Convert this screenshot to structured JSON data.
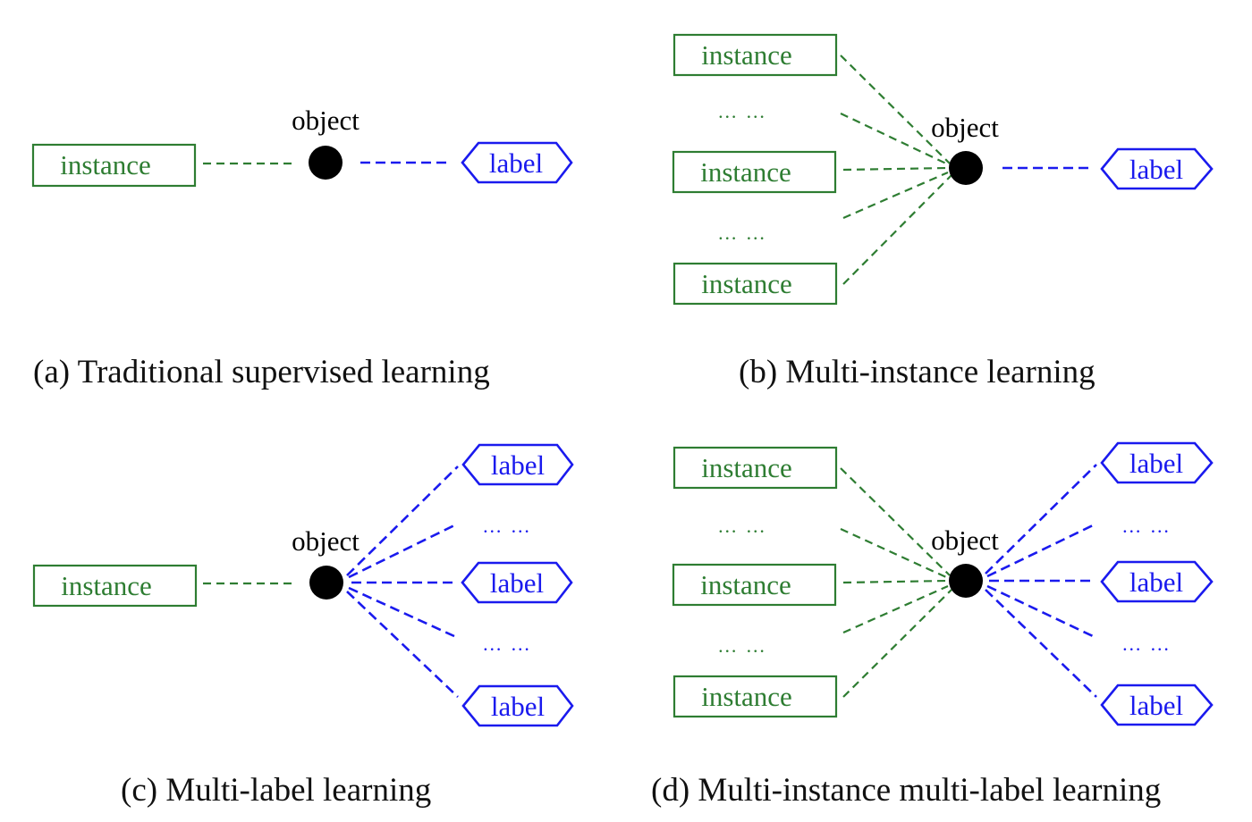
{
  "colors": {
    "instance": "#2e7d32",
    "label": "#1a1aee",
    "object": "#000000",
    "caption": "#111111"
  },
  "panels": {
    "a": {
      "caption": "(a) Traditional supervised learning",
      "object_label": "object",
      "instances": [
        "instance"
      ],
      "labels": [
        "label"
      ]
    },
    "b": {
      "caption": "(b) Multi-instance learning",
      "object_label": "object",
      "instances": [
        "instance",
        "instance",
        "instance"
      ],
      "instance_ellipses": [
        "… …",
        "… …"
      ],
      "labels": [
        "label"
      ]
    },
    "c": {
      "caption": "(c) Multi-label learning",
      "object_label": "object",
      "instances": [
        "instance"
      ],
      "labels": [
        "label",
        "label",
        "label"
      ],
      "label_ellipses": [
        "… …",
        "… …"
      ]
    },
    "d": {
      "caption": "(d) Multi-instance multi-label learning",
      "object_label": "object",
      "instances": [
        "instance",
        "instance",
        "instance"
      ],
      "instance_ellipses": [
        "… …",
        "… …"
      ],
      "labels": [
        "label",
        "label",
        "label"
      ],
      "label_ellipses": [
        "… …",
        "… …"
      ]
    }
  }
}
